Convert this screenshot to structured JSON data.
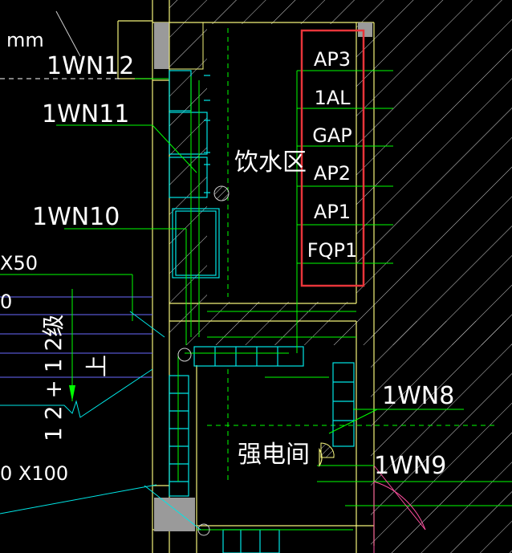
{
  "labels": {
    "unit": "mm",
    "wn12": "1WN12",
    "wn11": "1WN11",
    "wn10": "1WN10",
    "wn8": "1WN8",
    "wn9": "1WN9",
    "x50": "X50",
    "zero": "0",
    "x100": "0 X100",
    "drinking_area": "饮水区",
    "electrical_room": "强电间",
    "stair_count": "1 2 + 1 2级",
    "stair_up": "上"
  },
  "panel_box": {
    "items": [
      "AP3",
      "1AL",
      "GAP",
      "AP2",
      "AP1",
      "FQP1"
    ]
  },
  "colors": {
    "background": "#000000",
    "hatch": "#d8d8d8",
    "wall": "#f4f47a",
    "column": "#9a9a9a",
    "green": "#00ff00",
    "cyan": "#00e6e6",
    "highlight": "#e8353a",
    "text": "#ffffff",
    "blue": "#6a6aff",
    "magenta": "#ff4fa0"
  }
}
